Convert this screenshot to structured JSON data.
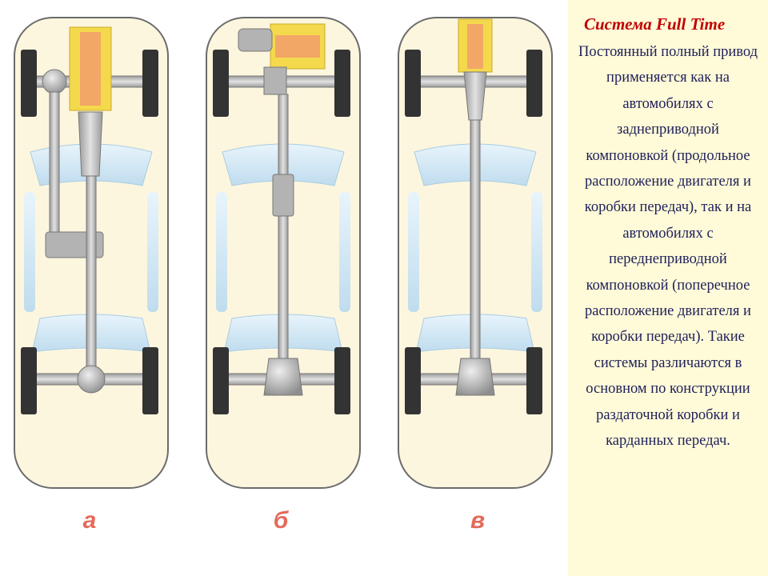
{
  "title": "Система Full Time",
  "description": "Постоянный полный привод применяется как на автомобилях с заднеприводной компоновкой (продольное расположение двигателя и коробки передач), так и на автомобилях с переднеприводной компоновкой (поперечное расположение двигателя и коробки передач). Такие системы различаются в основном по конструкции раздаточной коробки и карданных передач.",
  "captions": [
    "а",
    "б",
    "в"
  ],
  "colors": {
    "body_fill": "#fdf6de",
    "glass": "#cfe6f3",
    "metal": "#b9b9b9",
    "engine": "#f5d94d",
    "text": "#1f1f5a",
    "title": "#c00000",
    "panel_bg": "#fffbd8"
  }
}
